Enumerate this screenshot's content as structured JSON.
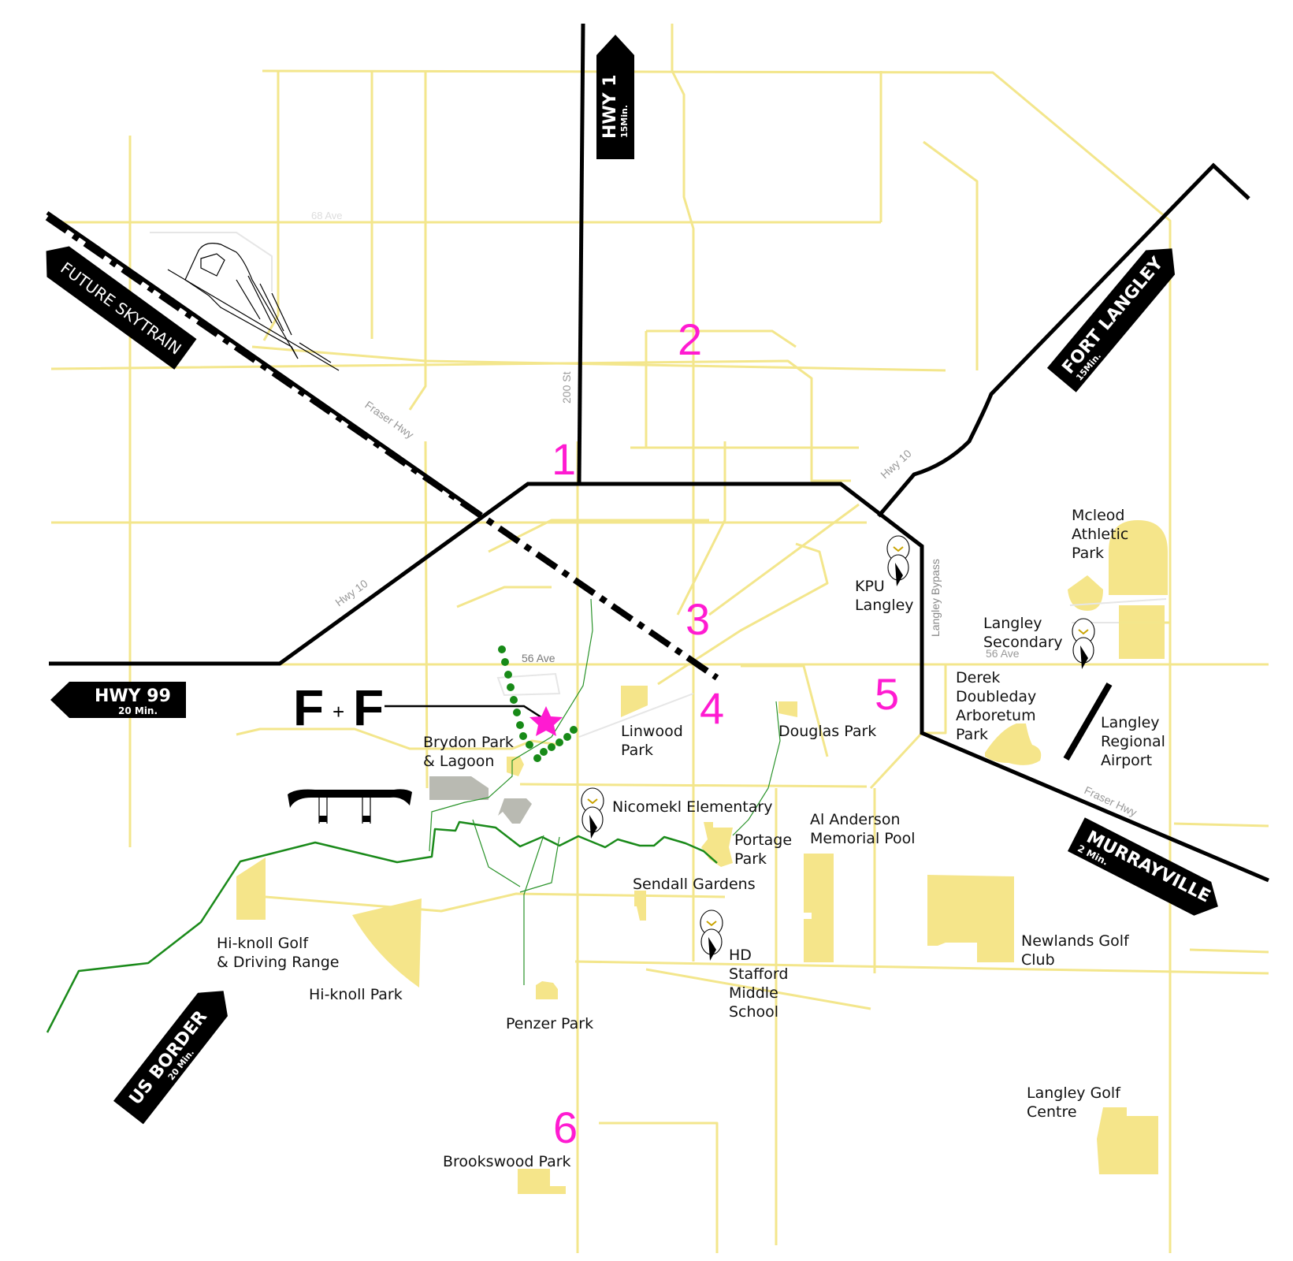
{
  "map": {
    "title_logo": {
      "left": "F",
      "plus": "+",
      "right": "F"
    },
    "numbers": [
      "1",
      "2",
      "3",
      "4",
      "5",
      "6"
    ],
    "road_labels": {
      "ave68": "68 Ave",
      "st200": "200 St",
      "fraser_hwy_west": "Fraser Hwy",
      "hwy10_west": "Hwy 10",
      "hwy10_east": "Hwy 10",
      "ave56_center": "56 Ave",
      "ave56_east": "56 Ave",
      "langley_bypass": "Langley Bypass",
      "fraser_hwy_east": "Fraser Hwy"
    },
    "signs": {
      "hwy1": {
        "title": "HWY 1",
        "subtitle": "15Min."
      },
      "fort_langley": {
        "title": "FORT LANGLEY",
        "subtitle": "15Min."
      },
      "future_skytrain": {
        "title": "FUTURE SKYTRAIN"
      },
      "hwy99": {
        "title": "HWY 99",
        "subtitle": "20 Min."
      },
      "murrayville": {
        "title": "MURRAYVILLE",
        "subtitle": "2 Min."
      },
      "us_border": {
        "title": "US BORDER",
        "subtitle": "20 Min."
      }
    },
    "places": {
      "mcleod": [
        "Mcleod",
        "Athletic",
        "Park"
      ],
      "kpu": [
        "KPU",
        "Langley"
      ],
      "langley_secondary": [
        "Langley",
        "Secondary"
      ],
      "derek_doubleday": [
        "Derek",
        "Doubleday",
        "Arboretum",
        "Park"
      ],
      "langley_airport": [
        "Langley",
        "Regional",
        "Airport"
      ],
      "douglas_park": [
        "Douglas Park"
      ],
      "linwood_park": [
        "Linwood",
        "Park"
      ],
      "brydon_park": [
        "Brydon Park",
        "& Lagoon"
      ],
      "nicomekl": [
        "Nicomekl Elementary"
      ],
      "al_anderson": [
        "Al Anderson",
        "Memorial Pool"
      ],
      "portage_park": [
        "Portage",
        "Park"
      ],
      "sendall": [
        "Sendall Gardens"
      ],
      "hiknoll_golf": [
        "Hi-knoll Golf",
        "& Driving Range"
      ],
      "hiknoll_park": [
        "Hi-knoll Park"
      ],
      "penzer_park": [
        "Penzer Park"
      ],
      "hd_stafford": [
        "HD",
        "Stafford",
        "Middle",
        "School"
      ],
      "newlands": [
        "Newlands Golf",
        "Club"
      ],
      "langley_golf": [
        "Langley Golf",
        "Centre"
      ],
      "brookswood": [
        "Brookswood Park"
      ]
    },
    "colors": {
      "road": "#f3e68c",
      "park": "#f5e58a",
      "highway": "#000000",
      "marker": "#ff1bd1",
      "creek": "#1a8a1a"
    }
  }
}
